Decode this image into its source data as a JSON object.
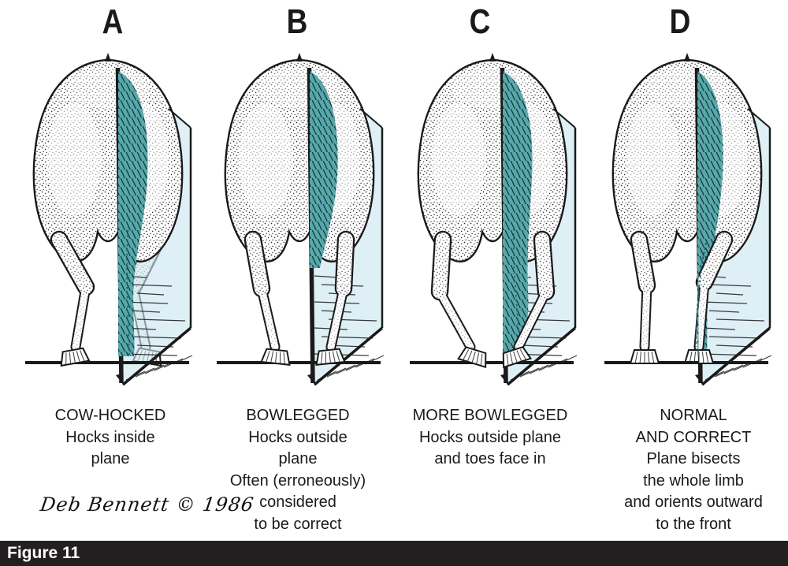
{
  "colors": {
    "ink": "#1a1a1a",
    "plane_teal": "#58a8ab",
    "plane_light": "#c9e6f0",
    "hatch_dark": "#12393d",
    "dashed_contour": "#1a5a60",
    "figure_bar_bg": "#231f20",
    "figure_bar_text": "#ffffff"
  },
  "panels": [
    {
      "letter": "A",
      "variant": "cow-hocked",
      "title_lines": [
        "COW-HOCKED"
      ],
      "detail_lines": [
        "Hocks inside",
        "plane"
      ]
    },
    {
      "letter": "B",
      "variant": "bowlegged",
      "title_lines": [
        "BOWLEGGED"
      ],
      "detail_lines": [
        "Hocks outside",
        "plane",
        "Often (erroneously)",
        "considered",
        "to be correct"
      ]
    },
    {
      "letter": "C",
      "variant": "more-bowlegged",
      "title_lines": [
        "MORE BOWLEGGED"
      ],
      "detail_lines": [
        "Hocks outside plane",
        "and toes face in"
      ]
    },
    {
      "letter": "D",
      "variant": "normal",
      "title_lines": [
        "NORMAL",
        "AND CORRECT"
      ],
      "detail_lines": [
        "Plane bisects",
        "the whole limb",
        "and orients outward",
        "to the front"
      ]
    }
  ],
  "signature": "Deb Bennett © 1986",
  "figure_label": "Figure 11"
}
